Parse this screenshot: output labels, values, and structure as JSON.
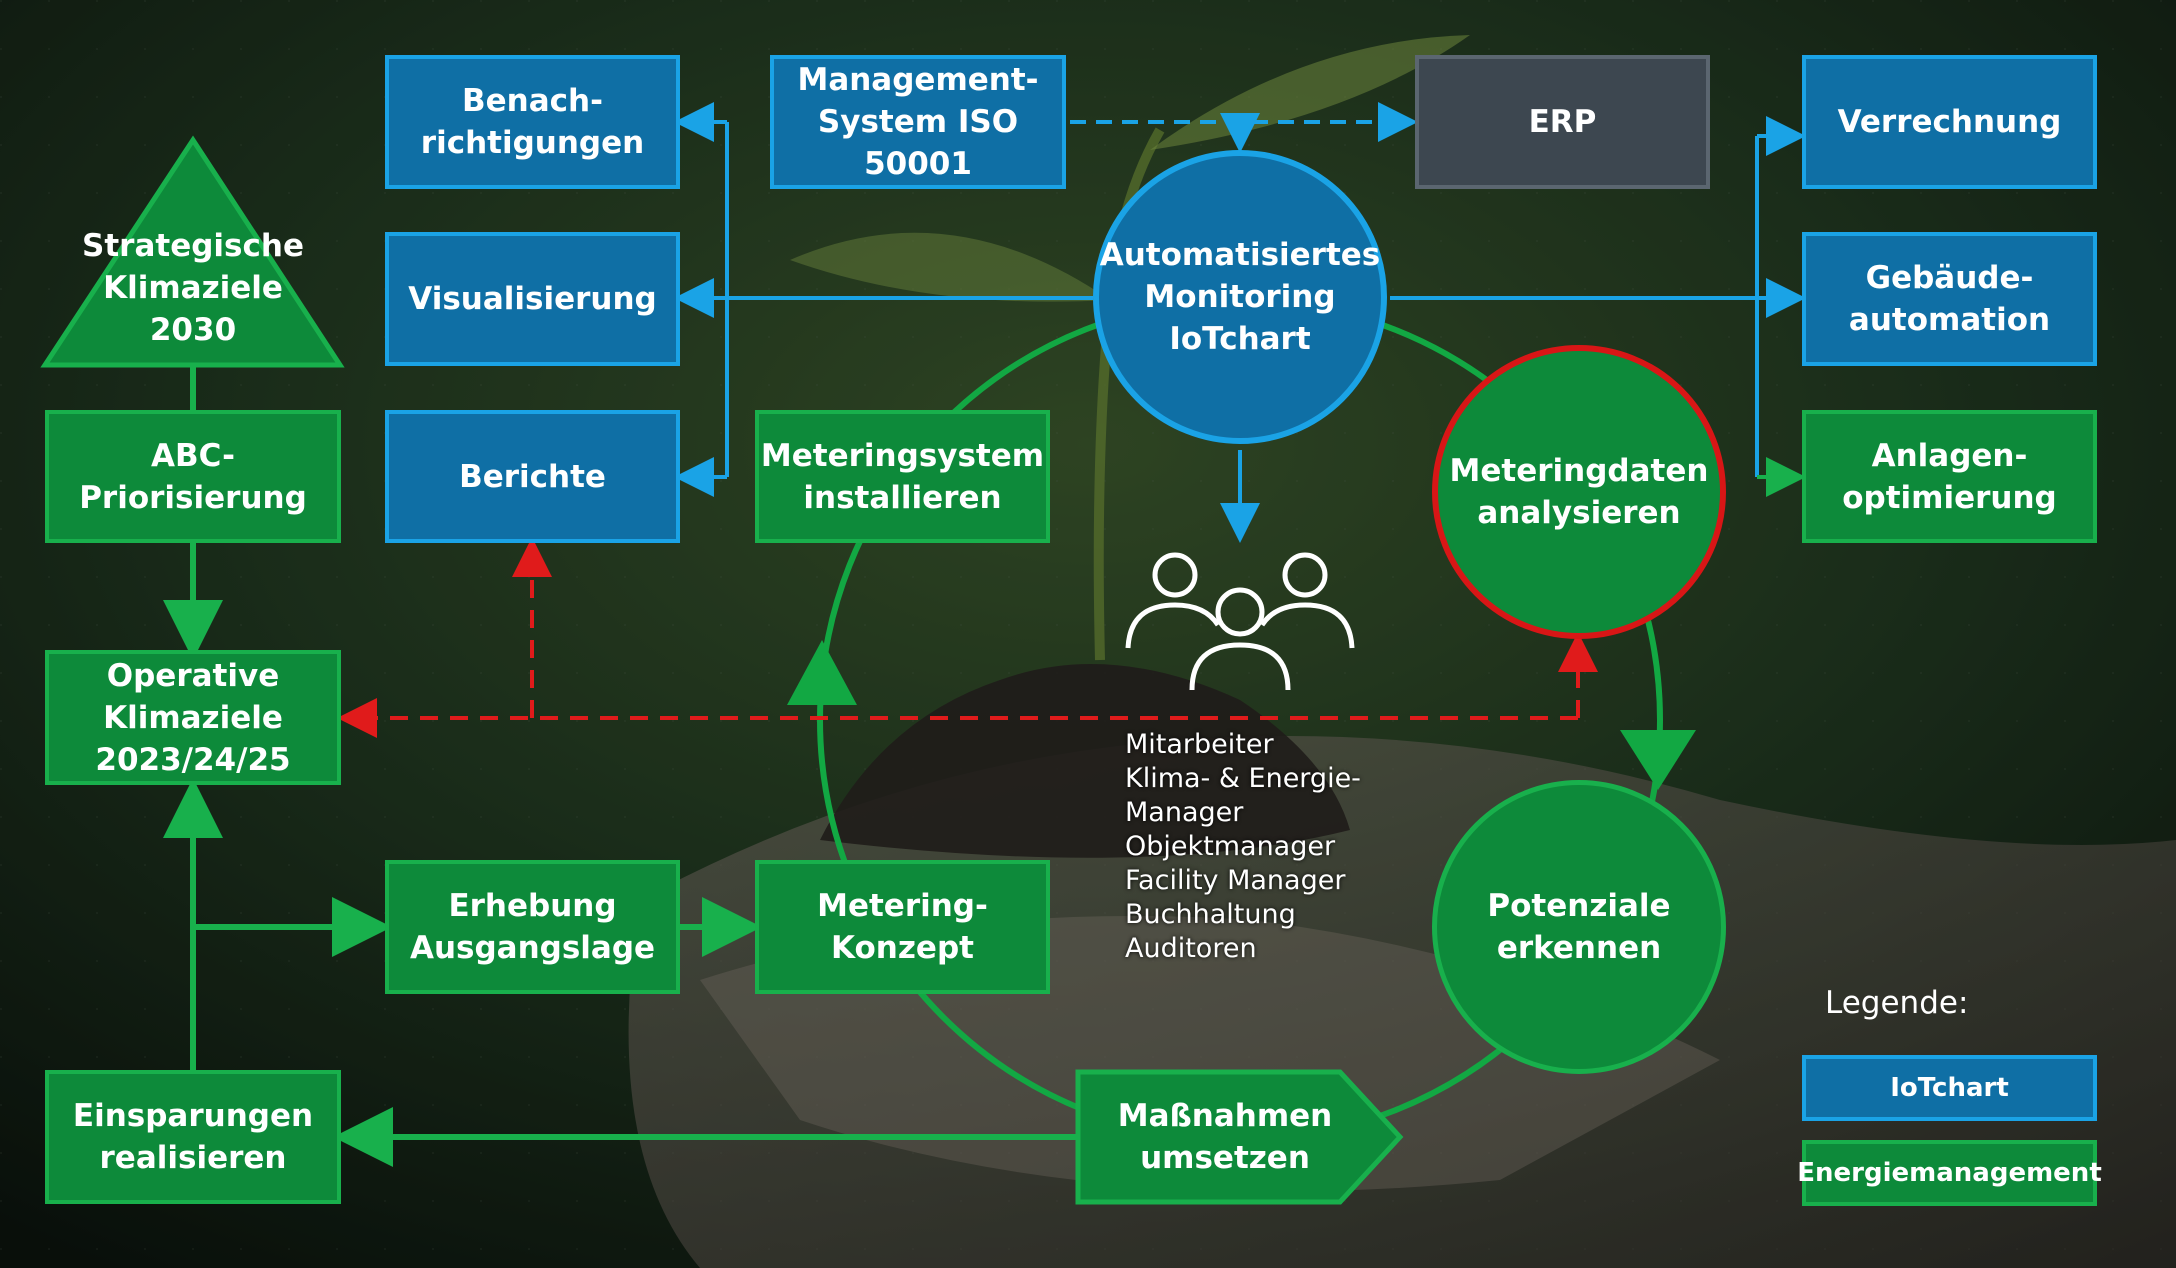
{
  "colors": {
    "iotchart_fill": "#0f6fa5",
    "iotchart_border": "#1aa3e6",
    "energy_fill": "#0d8a3a",
    "energy_border": "#18b04c",
    "erp_fill": "#3d4750",
    "feedback_arrow": "#e01b1b",
    "highlight_ring": "#d81616"
  },
  "nodes": {
    "strategic_goals": "Strategische\nKlimaziele\n2030",
    "abc_prioritization": "ABC-Priorisierung",
    "operative_goals": "Operative\nKlimaziele\n2023/24/25",
    "savings": "Einsparungen\nrealisieren",
    "notifications": "Benach-\nrichtigungen",
    "visualization": "Visualisierung",
    "reports": "Berichte",
    "management_system": "Management-\nSystem ISO 50001",
    "erp": "ERP",
    "billing": "Verrechnung",
    "building_automation": "Gebäude-\nautomation",
    "plant_optimization": "Anlagen-\noptimierung",
    "metering_install": "Meteringsystem\ninstallieren",
    "monitoring": "Automatisiertes\nMonitoring\nIoTchart",
    "metering_analysis": "Meteringdaten\nanalysieren",
    "baseline_survey": "Erhebung\nAusgangslage",
    "metering_concept": "Metering-\nKonzept",
    "potentials": "Potenziale\nerkennen",
    "measures": "Maßnahmen\numsetzen"
  },
  "people_icon": "people-group-icon",
  "people_text": "Mitarbeiter\nKlima- & Energie-\nManager\nObjektmanager\nFacility Manager\nBuchhaltung\nAuditoren",
  "legend": {
    "title": "Legende:",
    "iotchart": "IoTchart",
    "energy_management": "Energiemanagement"
  }
}
